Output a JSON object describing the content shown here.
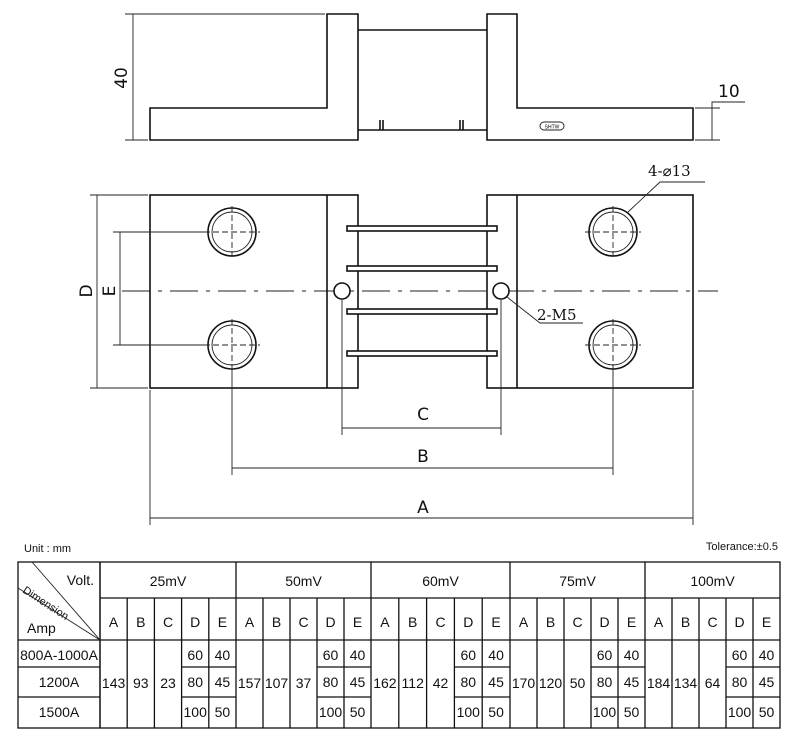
{
  "drawing": {
    "dim_height": "40",
    "dim_thickness": "10",
    "holes_label": "4-⌀13",
    "screws_label": "2-M5",
    "label_a": "A",
    "label_b": "B",
    "label_c": "C",
    "label_d": "D",
    "label_e": "E",
    "logo": "SHTW"
  },
  "table": {
    "unit": "Unit : mm",
    "tolerance": "Tolerance:±0.5",
    "corner_volt": "Volt.",
    "corner_dimension": "Dimension",
    "corner_amp": "Amp",
    "sub_headers": [
      "A",
      "B",
      "C",
      "D",
      "E"
    ],
    "amps": [
      "800A-1000A",
      "1200A",
      "1500A"
    ],
    "groups": [
      {
        "volt": "25mV",
        "A": "143",
        "B": "93",
        "C": "23",
        "D": [
          "60",
          "80",
          "100"
        ],
        "E": [
          "40",
          "45",
          "50"
        ]
      },
      {
        "volt": "50mV",
        "A": "157",
        "B": "107",
        "C": "37",
        "D": [
          "60",
          "80",
          "100"
        ],
        "E": [
          "40",
          "45",
          "50"
        ]
      },
      {
        "volt": "60mV",
        "A": "162",
        "B": "112",
        "C": "42",
        "D": [
          "60",
          "80",
          "100"
        ],
        "E": [
          "40",
          "45",
          "50"
        ]
      },
      {
        "volt": "75mV",
        "A": "170",
        "B": "120",
        "C": "50",
        "D": [
          "60",
          "80",
          "100"
        ],
        "E": [
          "40",
          "45",
          "50"
        ]
      },
      {
        "volt": "100mV",
        "A": "184",
        "B": "134",
        "C": "64",
        "D": [
          "60",
          "80",
          "100"
        ],
        "E": [
          "40",
          "45",
          "50"
        ]
      }
    ]
  }
}
